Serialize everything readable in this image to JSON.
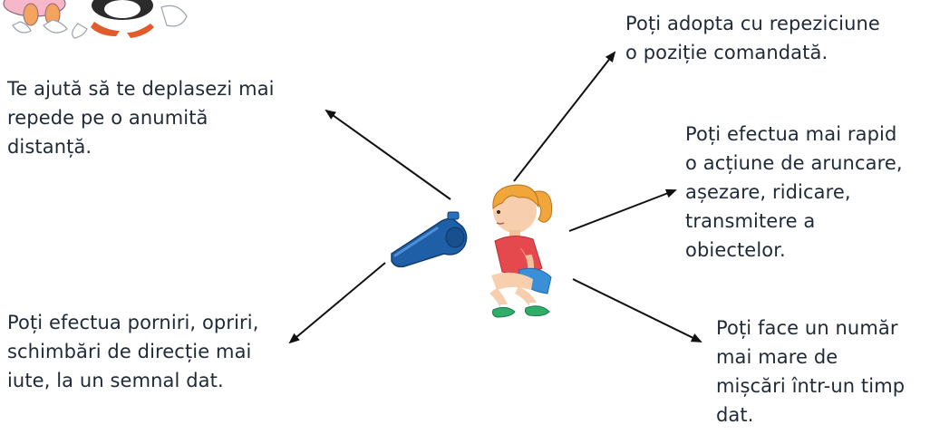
{
  "notes": {
    "top_left": "Te ajută să te deplasezi mai\nrepede pe o anumită\ndistanță.",
    "bottom_left": "Poți efectua porniri, opriri,\nschimbări de direcție mai\niute, la un semnal dat.",
    "top_right": "Poți adopta cu repeziciune\no poziție comandată.",
    "middle_right": "Poți efectua mai rapid\no acțiune de aruncare,\nașezare, ridicare,\ntransmitere a\nobiectelor.",
    "bottom_right": "Poți face un număr\nmai mare de\nmișcări într-un timp\ndat."
  },
  "icons": {
    "whistle": "whistle-icon",
    "girl": "crouching-girl-illustration",
    "mascots": "cartoon-mascots-illustration"
  },
  "colors": {
    "text": "#1f2937",
    "arrow": "#111111",
    "whistle": "#1f5fa8",
    "shirt": "#e5484d",
    "hair": "#f0a63a",
    "shorts": "#3a8fd6",
    "shoes": "#2fae6a"
  }
}
